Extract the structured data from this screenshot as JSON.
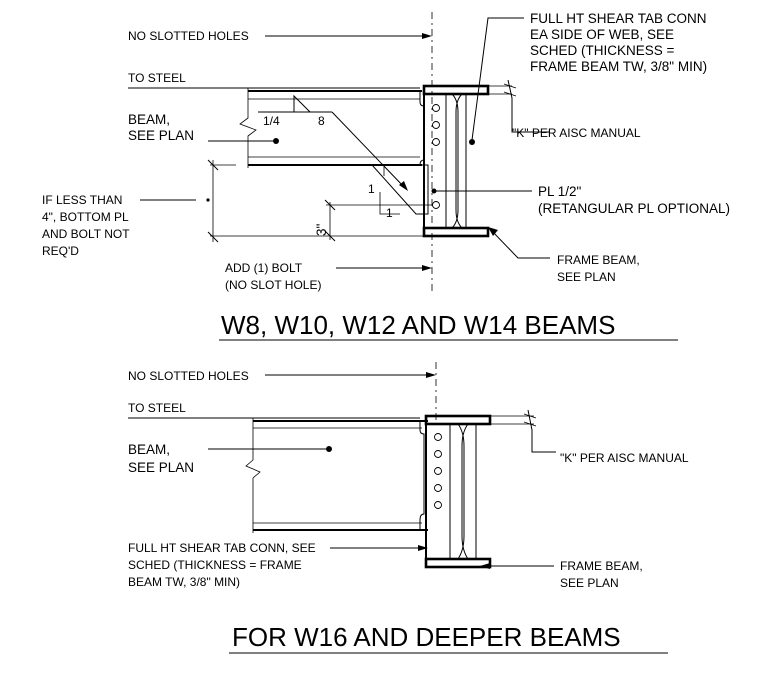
{
  "detail_top": {
    "title": "W8, W10, W12 AND W14 BEAMS",
    "no_slotted_holes": "NO SLOTTED HOLES",
    "to_steel": "TO STEEL",
    "beam_line1": "BEAM,",
    "beam_line2": "SEE PLAN",
    "weld_size": "1/4",
    "weld_length": "8",
    "shear_tab_line1": "FULL HT SHEAR TAB CONN",
    "shear_tab_line2": "EA SIDE OF WEB, SEE",
    "shear_tab_line3": "SCHED (THICKNESS =",
    "shear_tab_line4": "FRAME BEAM TW, 3/8\" MIN)",
    "k_note": "\"K\" PER AISC MANUAL",
    "pl_line1": "PL 1/2\"",
    "pl_line2": "(RETANGULAR PL OPTIONAL)",
    "slope_1a": "1",
    "slope_1b": "1",
    "dim_3in": "3\"",
    "if_less_line1": "IF LESS THAN",
    "if_less_line2": "4\", BOTTOM PL",
    "if_less_line3": "AND BOLT NOT",
    "if_less_line4": "REQ'D",
    "frame_beam_line1": "FRAME BEAM,",
    "frame_beam_line2": "SEE PLAN",
    "add_bolt_line1": "ADD (1) BOLT",
    "add_bolt_line2": "(NO SLOT HOLE)"
  },
  "detail_bottom": {
    "title": "FOR W16 AND DEEPER BEAMS",
    "no_slotted_holes": "NO SLOTTED HOLES",
    "to_steel": "TO STEEL",
    "beam_line1": "BEAM,",
    "beam_line2": "SEE PLAN",
    "k_note": "\"K\" PER AISC MANUAL",
    "shear_tab_line1": "FULL HT SHEAR TAB CONN, SEE",
    "shear_tab_line2": "SCHED (THICKNESS = FRAME",
    "shear_tab_line3": "BEAM TW, 3/8\" MIN)",
    "frame_beam_line1": "FRAME BEAM,",
    "frame_beam_line2": "SEE PLAN"
  }
}
